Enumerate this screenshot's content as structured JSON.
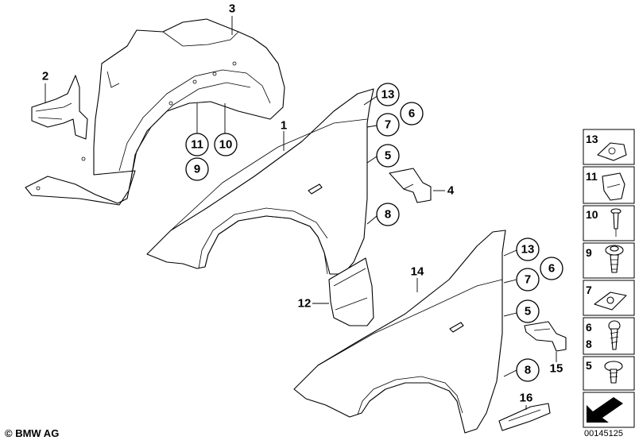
{
  "callouts": {
    "c1": "1",
    "c2": "2",
    "c3": "3",
    "c4": "4",
    "c5a": "5",
    "c5b": "5",
    "c6a": "6",
    "c6b": "6",
    "c7a": "7",
    "c7b": "7",
    "c8a": "8",
    "c8b": "8",
    "c9": "9",
    "c10": "10",
    "c11": "11",
    "c12": "12",
    "c13a": "13",
    "c13b": "13",
    "c14": "14",
    "c15": "15",
    "c16": "16"
  },
  "sidebar": {
    "items": [
      {
        "label": "13",
        "icon": "nut-clip-icon"
      },
      {
        "label": "11",
        "icon": "expanding-clip-icon"
      },
      {
        "label": "10",
        "icon": "rivet-icon"
      },
      {
        "label": "9",
        "icon": "expanding-rivet-icon"
      },
      {
        "label": "7",
        "icon": "speed-nut-icon"
      },
      {
        "label": "6",
        "label2": "8",
        "icon": "screw-icon"
      },
      {
        "label": "5",
        "icon": "collar-screw-icon"
      }
    ]
  },
  "footer": {
    "copyright": "© BMW AG",
    "drawing_number": "00145125"
  }
}
